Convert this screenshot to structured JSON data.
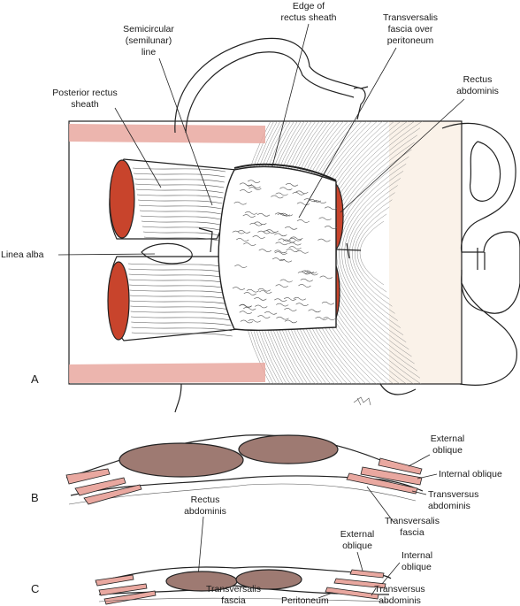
{
  "panels": {
    "a": "A",
    "b": "B",
    "c": "C"
  },
  "labels_a": {
    "semicircular_line": [
      "Semicircular",
      "(semilunar)",
      "line"
    ],
    "edge_rectus_sheath": [
      "Edge of",
      "rectus sheath"
    ],
    "transversalis_over_peritoneum": [
      "Transversalis",
      "fascia over",
      "peritoneum"
    ],
    "rectus_abdominis": [
      "Rectus",
      "abdominis"
    ],
    "posterior_rectus_sheath": [
      "Posterior rectus",
      "sheath"
    ],
    "linea_alba": "Linea alba"
  },
  "labels_b": {
    "external_oblique": [
      "External",
      "oblique"
    ],
    "internal_oblique": "Internal oblique",
    "transversus_abdominis": [
      "Transversus",
      "abdominis"
    ],
    "rectus_abdominis": [
      "Rectus",
      "abdominis"
    ],
    "transversalis_fascia": [
      "Transversalis",
      "fascia"
    ]
  },
  "labels_c": {
    "external_oblique": [
      "External",
      "oblique"
    ],
    "internal_oblique": [
      "Internal",
      "oblique"
    ],
    "transversus_abdominis": [
      "Transversus",
      "abdominis"
    ],
    "transversalis_fascia": [
      "Transversalis",
      "fascia"
    ],
    "peritoneum": "Peritoneum"
  },
  "colors": {
    "muscle_red": "#c8442c",
    "muscle_pink": "#e9a8a0",
    "rectus_brown": "#9e7a72",
    "background_tan": "#f3e3cf",
    "line_gray": "#8a8a8a"
  }
}
